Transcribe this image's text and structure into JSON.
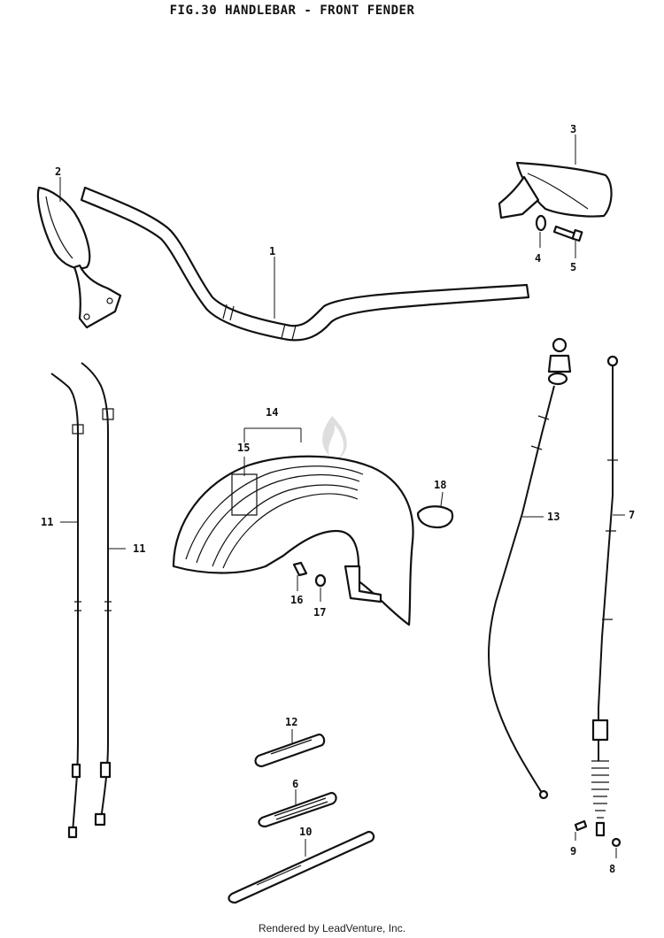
{
  "figure": {
    "title": "FIG.30 HANDLEBAR - FRONT FENDER"
  },
  "callouts": [
    {
      "id": "c1",
      "label": "1"
    },
    {
      "id": "c2",
      "label": "2"
    },
    {
      "id": "c3",
      "label": "3"
    },
    {
      "id": "c4",
      "label": "4"
    },
    {
      "id": "c5",
      "label": "5"
    },
    {
      "id": "c6",
      "label": "6"
    },
    {
      "id": "c7",
      "label": "7"
    },
    {
      "id": "c8",
      "label": "8"
    },
    {
      "id": "c9",
      "label": "9"
    },
    {
      "id": "c10",
      "label": "10"
    },
    {
      "id": "c11a",
      "label": "11"
    },
    {
      "id": "c11b",
      "label": "11"
    },
    {
      "id": "c12",
      "label": "12"
    },
    {
      "id": "c13",
      "label": "13"
    },
    {
      "id": "c14",
      "label": "14"
    },
    {
      "id": "c15",
      "label": "15"
    },
    {
      "id": "c16",
      "label": "16"
    },
    {
      "id": "c17",
      "label": "17"
    },
    {
      "id": "c18",
      "label": "18"
    }
  ],
  "footer": {
    "credit": "Rendered by LeadVenture, Inc."
  }
}
